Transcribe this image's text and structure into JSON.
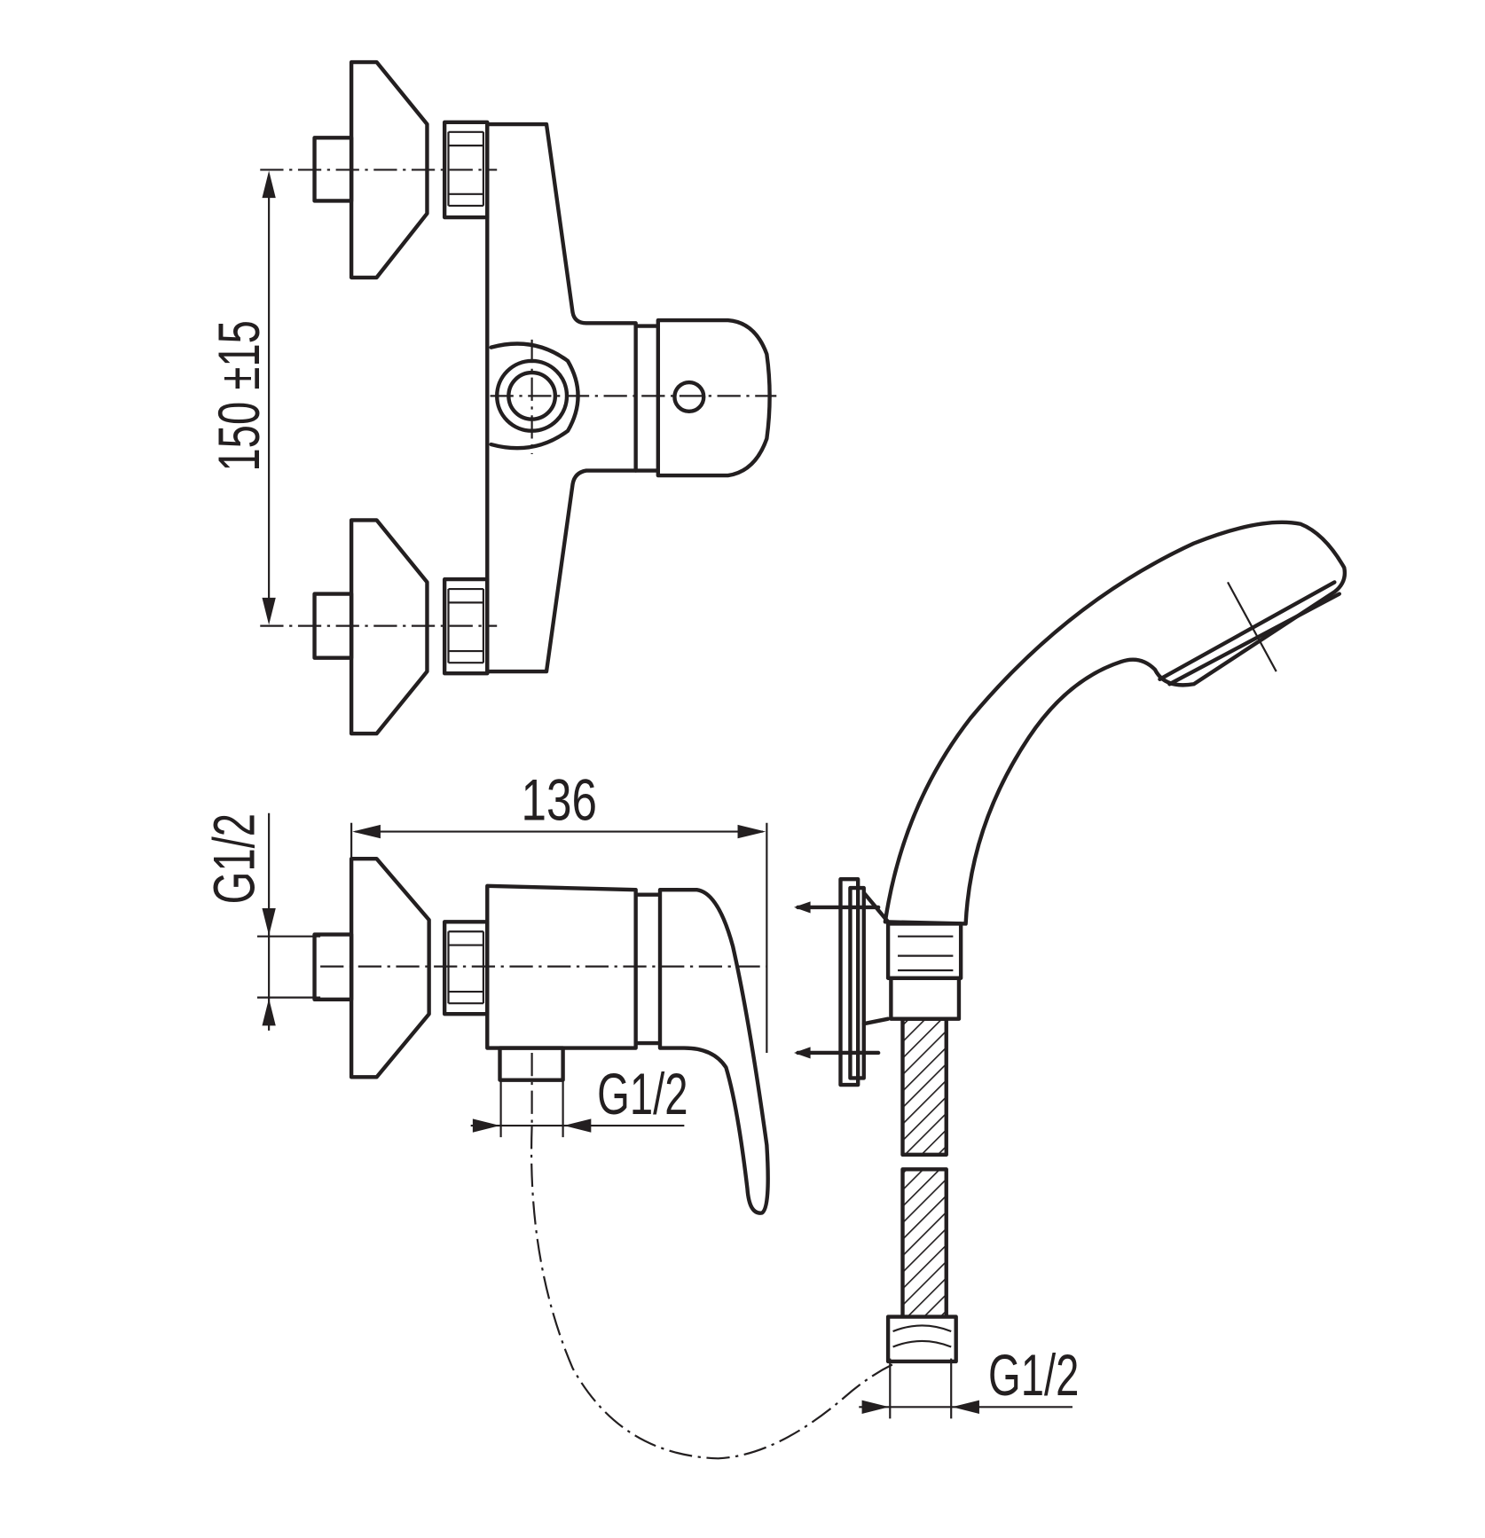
{
  "drawing": {
    "dimensions": {
      "inlet_spacing": "150 ±15",
      "overall_depth": "136",
      "inlet_thread": "G1/2",
      "outlet_thread": "G1/2",
      "hose_thread": "G1/2"
    },
    "colors": {
      "line": "#231f20",
      "background": "#ffffff"
    }
  }
}
